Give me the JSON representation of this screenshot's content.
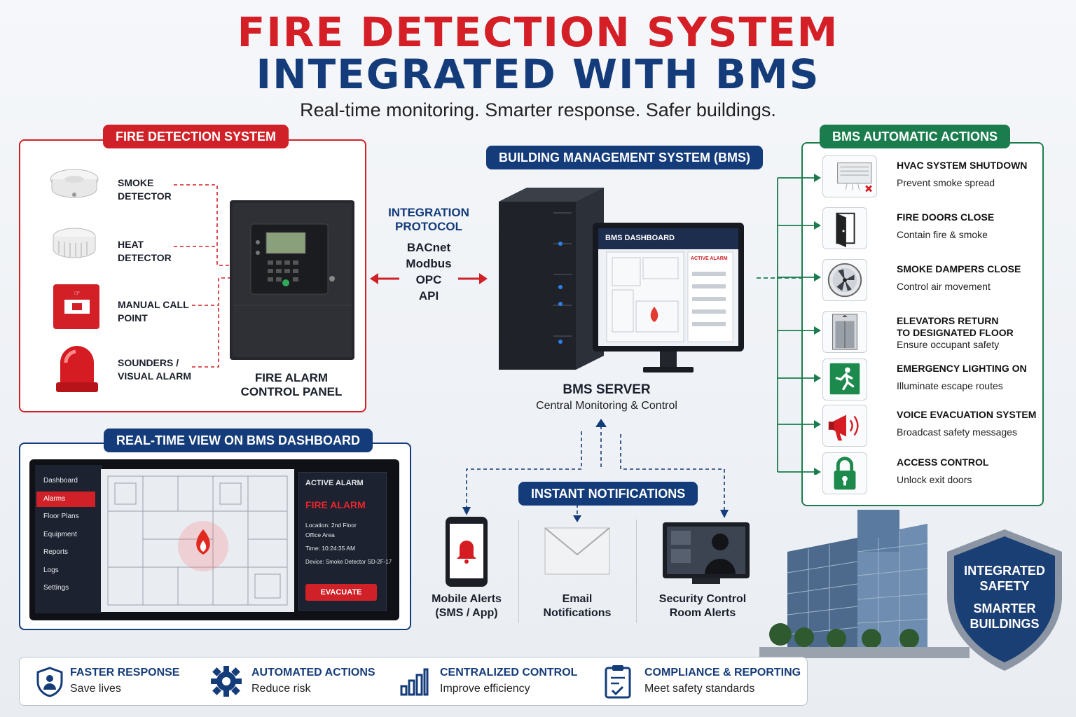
{
  "header": {
    "title_line1": "FIRE DETECTION SYSTEM",
    "title_line2": "INTEGRATED WITH BMS",
    "subtitle": "Real-time monitoring. Smarter response. Safer buildings."
  },
  "fire_detection": {
    "heading": "FIRE DETECTION SYSTEM",
    "devices": [
      {
        "label": "SMOKE\nDETECTOR",
        "icon": "smoke-detector-icon"
      },
      {
        "label": "HEAT\nDETECTOR",
        "icon": "heat-detector-icon"
      },
      {
        "label": "MANUAL CALL\nPOINT",
        "icon": "manual-call-point-icon"
      },
      {
        "label": "SOUNDERS /\nVISUAL ALARM",
        "icon": "sounder-beacon-icon"
      }
    ],
    "panel_caption_line1": "FIRE ALARM",
    "panel_caption_line2": "CONTROL PANEL"
  },
  "integration": {
    "heading_line1": "INTEGRATION",
    "heading_line2": "PROTOCOL",
    "protocols": [
      "BACnet",
      "Modbus",
      "OPC",
      "API"
    ]
  },
  "bms": {
    "heading": "BUILDING MANAGEMENT SYSTEM (BMS)",
    "monitor_title": "BMS DASHBOARD",
    "monitor_alarm_title": "ACTIVE ALARM",
    "server_caption": "BMS SERVER",
    "server_subcaption": "Central Monitoring & Control"
  },
  "actions": {
    "heading": "BMS AUTOMATIC ACTIONS",
    "items": [
      {
        "title": "HVAC SYSTEM SHUTDOWN",
        "sub": "Prevent smoke spread",
        "icon": "hvac-unit-icon"
      },
      {
        "title": "FIRE DOORS CLOSE",
        "sub": "Contain fire & smoke",
        "icon": "fire-door-icon"
      },
      {
        "title": "SMOKE DAMPERS CLOSE",
        "sub": "Control air movement",
        "icon": "damper-fan-icon"
      },
      {
        "title": "ELEVATORS RETURN\nTO DESIGNATED FLOOR",
        "sub": "Ensure occupant safety",
        "icon": "elevator-icon"
      },
      {
        "title": "EMERGENCY LIGHTING ON",
        "sub": "Illuminate escape routes",
        "icon": "exit-sign-icon"
      },
      {
        "title": "VOICE EVACUATION SYSTEM",
        "sub": "Broadcast safety messages",
        "icon": "megaphone-icon"
      },
      {
        "title": "ACCESS CONTROL",
        "sub": "Unlock exit doors",
        "icon": "padlock-icon"
      }
    ]
  },
  "dashboard": {
    "heading": "REAL-TIME VIEW ON BMS DASHBOARD",
    "menu": [
      "Dashboard",
      "Alarms",
      "Floor Plans",
      "Equipment",
      "Reports",
      "Logs",
      "Settings"
    ],
    "selected_menu": "Alarms",
    "alarm_header": "ACTIVE ALARM",
    "alarm_title": "FIRE ALARM",
    "location": "Location: 2nd Floor\nOffice Area",
    "time": "Time: 10:24:35 AM",
    "device": "Device: Smoke Detector SD-2F-17",
    "evacuate_label": "EVACUATE"
  },
  "notifications": {
    "heading": "INSTANT NOTIFICATIONS",
    "items": [
      {
        "label": "Mobile Alerts\n(SMS / App)",
        "icon": "smartphone-bell-icon"
      },
      {
        "label": "Email\nNotifications",
        "icon": "envelope-icon"
      },
      {
        "label": "Security Control\nRoom Alerts",
        "icon": "security-monitor-icon"
      }
    ]
  },
  "shield": {
    "line1": "INTEGRATED",
    "line2": "SAFETY",
    "line3": "SMARTER",
    "line4": "BUILDINGS"
  },
  "benefits": [
    {
      "title": "FASTER RESPONSE",
      "sub": "Save lives",
      "icon": "shield-person-icon"
    },
    {
      "title": "AUTOMATED ACTIONS",
      "sub": "Reduce risk",
      "icon": "gear-icon"
    },
    {
      "title": "CENTRALIZED CONTROL",
      "sub": "Improve efficiency",
      "icon": "bar-chart-icon"
    },
    {
      "title": "COMPLIANCE & REPORTING",
      "sub": "Meet safety standards",
      "icon": "clipboard-check-icon"
    }
  ],
  "colors": {
    "fire_red": "#cf2127",
    "navy": "#143c7a",
    "green": "#1b7d4d"
  }
}
